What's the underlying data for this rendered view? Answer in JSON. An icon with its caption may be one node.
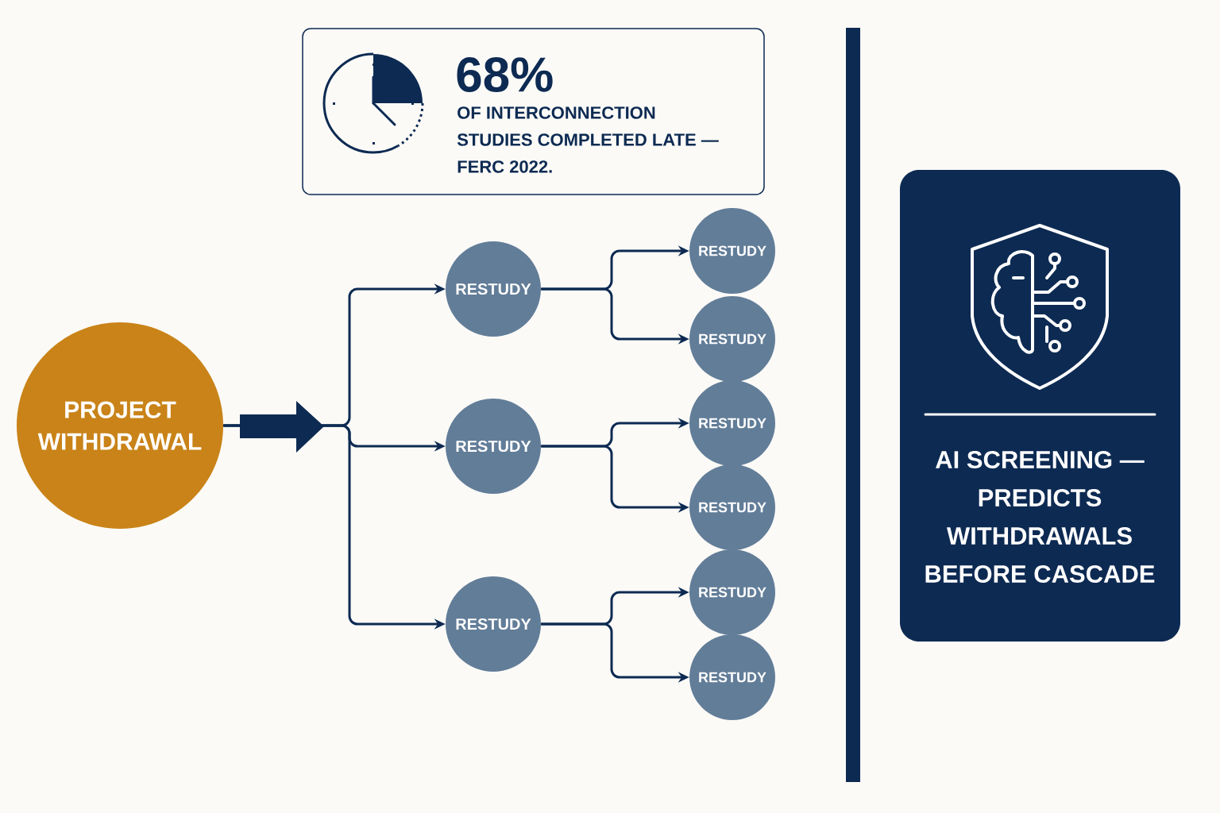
{
  "diagram": {
    "nodes": [
      {
        "text": [
          "68%",
          "OF INTERCONNECTION STUDIES COMPLETED LATE — FERC 2022."
        ]
      },
      {
        "text": [
          "PROJECT WITHDRAWAL"
        ]
      },
      {
        "text": [
          "RESTUDY"
        ]
      },
      {
        "text": [
          "RESTUDY"
        ]
      },
      {
        "text": [
          "RESTUDY"
        ]
      },
      {
        "text": [
          "RESTUDY"
        ]
      },
      {
        "text": [
          "RESTUDY"
        ]
      },
      {
        "text": [
          "RESTUDY"
        ]
      },
      {
        "text": [
          "RESTUDY"
        ]
      },
      {
        "text": [
          "RESTUDY"
        ]
      },
      {
        "text": [
          "RESTUDY"
        ]
      },
      {
        "text": [
          "AI SCREENING — PREDICTS WITHDRAWALS BEFORE CASCADE"
        ]
      },
      {
        "text": [],
        "shape": "bar"
      }
    ],
    "edges": [
      {
        "from": 1,
        "to": 2,
        "arrow": "to"
      },
      {
        "from": 1,
        "to": 3,
        "arrow": "to"
      },
      {
        "from": 1,
        "to": 4,
        "arrow": "to"
      },
      {
        "from": 2,
        "to": 5,
        "arrow": "to"
      },
      {
        "from": 2,
        "to": 6,
        "arrow": "to"
      },
      {
        "from": 3,
        "to": 7,
        "arrow": "to"
      },
      {
        "from": 3,
        "to": 8,
        "arrow": "to"
      },
      {
        "from": 4,
        "to": 9,
        "arrow": "to"
      },
      {
        "from": 4,
        "to": 10,
        "arrow": "to"
      }
    ]
  }
}
